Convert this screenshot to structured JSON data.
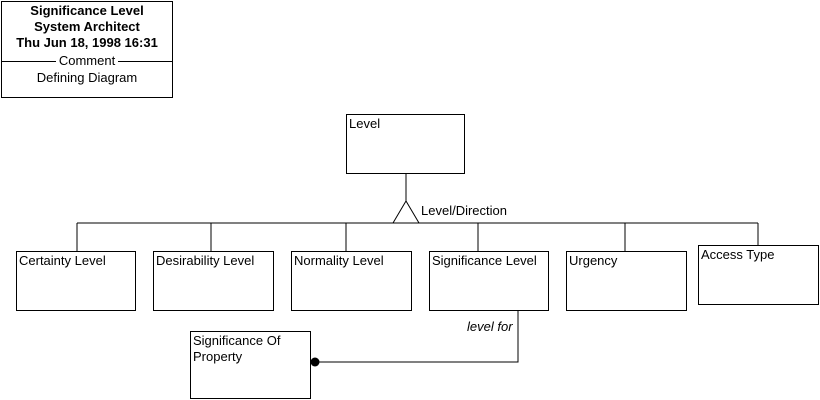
{
  "header": {
    "title": "Significance Level",
    "author": "System Architect",
    "datetime": "Thu Jun 18, 1998  16:31",
    "comment_label": "Comment",
    "description": "Defining Diagram"
  },
  "entities": {
    "level": "Level",
    "certainty_level": "Certainty Level",
    "desirability_level": "Desirability Level",
    "normality_level": "Normality Level",
    "significance_level": "Significance Level",
    "urgency": "Urgency",
    "access_type": "Access Type",
    "significance_of_property": "Significance Of Property"
  },
  "relationships": {
    "subtype_label": "Level/Direction",
    "role_label": "level for"
  }
}
